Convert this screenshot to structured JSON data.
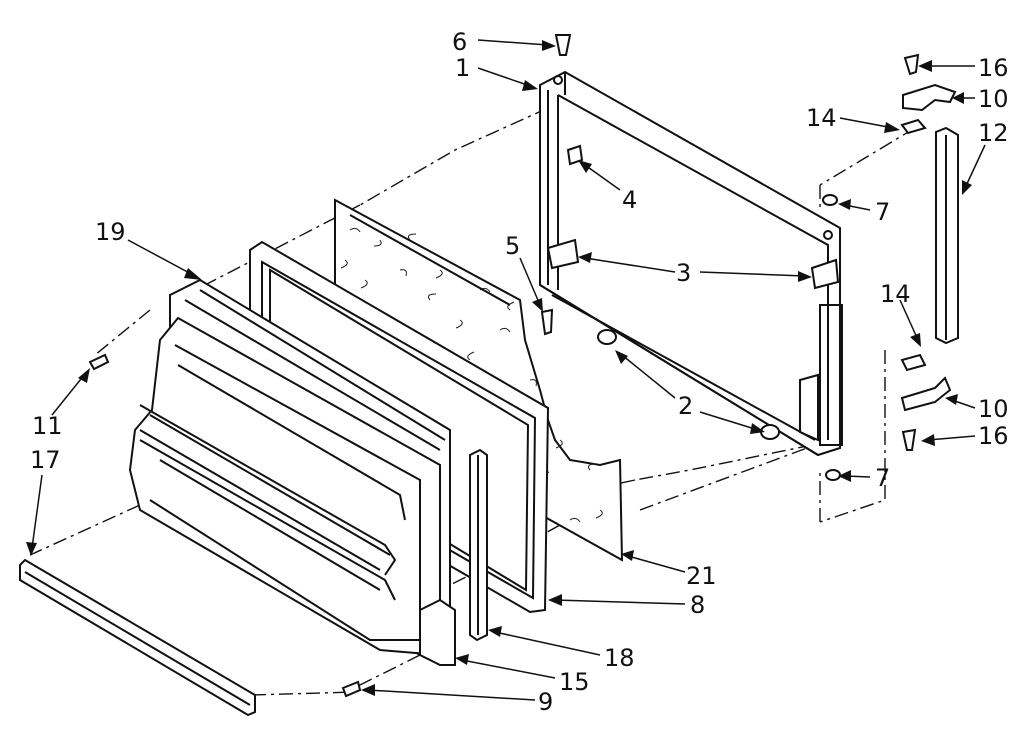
{
  "callouts": [
    {
      "id": "c6",
      "text": "6"
    },
    {
      "id": "c1",
      "text": "1"
    },
    {
      "id": "c16a",
      "text": "16"
    },
    {
      "id": "c10a",
      "text": "10"
    },
    {
      "id": "c14a",
      "text": "14"
    },
    {
      "id": "c12",
      "text": "12"
    },
    {
      "id": "c4",
      "text": "4"
    },
    {
      "id": "c7a",
      "text": "7"
    },
    {
      "id": "c19",
      "text": "19"
    },
    {
      "id": "c5",
      "text": "5"
    },
    {
      "id": "c3",
      "text": "3"
    },
    {
      "id": "c14b",
      "text": "14"
    },
    {
      "id": "c2",
      "text": "2"
    },
    {
      "id": "c10b",
      "text": "10"
    },
    {
      "id": "c11",
      "text": "11"
    },
    {
      "id": "c16b",
      "text": "16"
    },
    {
      "id": "c17",
      "text": "17"
    },
    {
      "id": "c7b",
      "text": "7"
    },
    {
      "id": "c21",
      "text": "21"
    },
    {
      "id": "c8",
      "text": "8"
    },
    {
      "id": "c18",
      "text": "18"
    },
    {
      "id": "c15",
      "text": "15"
    },
    {
      "id": "c9",
      "text": "9"
    }
  ]
}
